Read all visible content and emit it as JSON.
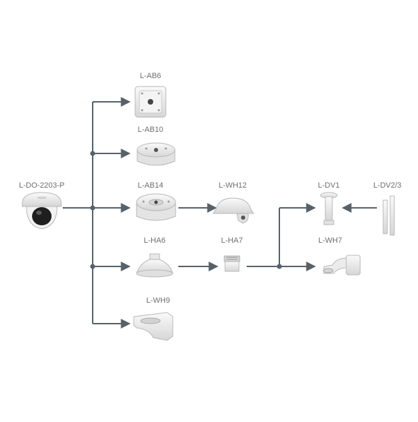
{
  "diagram": {
    "camera": {
      "label": "L-DO-2203-P",
      "icon": "dome-camera-icon"
    },
    "accessories": [
      {
        "id": "ab6",
        "label": "L-AB6",
        "icon": "square-junction-box-icon"
      },
      {
        "id": "ab10",
        "label": "L-AB10",
        "icon": "round-junction-box-icon"
      },
      {
        "id": "ab14",
        "label": "L-AB14",
        "icon": "round-junction-box-large-icon"
      },
      {
        "id": "ha6",
        "label": "L-HA6",
        "icon": "pendant-adapter-icon"
      },
      {
        "id": "wh9",
        "label": "L-WH9",
        "icon": "wall-bracket-icon"
      },
      {
        "id": "wh12",
        "label": "L-WH12",
        "icon": "rain-shield-icon"
      },
      {
        "id": "ha7",
        "label": "L-HA7",
        "icon": "threaded-adapter-icon"
      },
      {
        "id": "dv1",
        "label": "L-DV1",
        "icon": "ceiling-pole-mount-icon"
      },
      {
        "id": "dv23",
        "label": "L-DV2/3",
        "icon": "extension-pole-icon"
      },
      {
        "id": "wh7",
        "label": "L-WH7",
        "icon": "wall-mount-bracket-icon"
      }
    ],
    "colors": {
      "line": "#56616a",
      "label": "#6e6e6e",
      "product": "#ececec",
      "productEdge": "#b8b8b8",
      "lens": "#1f1f1f"
    }
  }
}
